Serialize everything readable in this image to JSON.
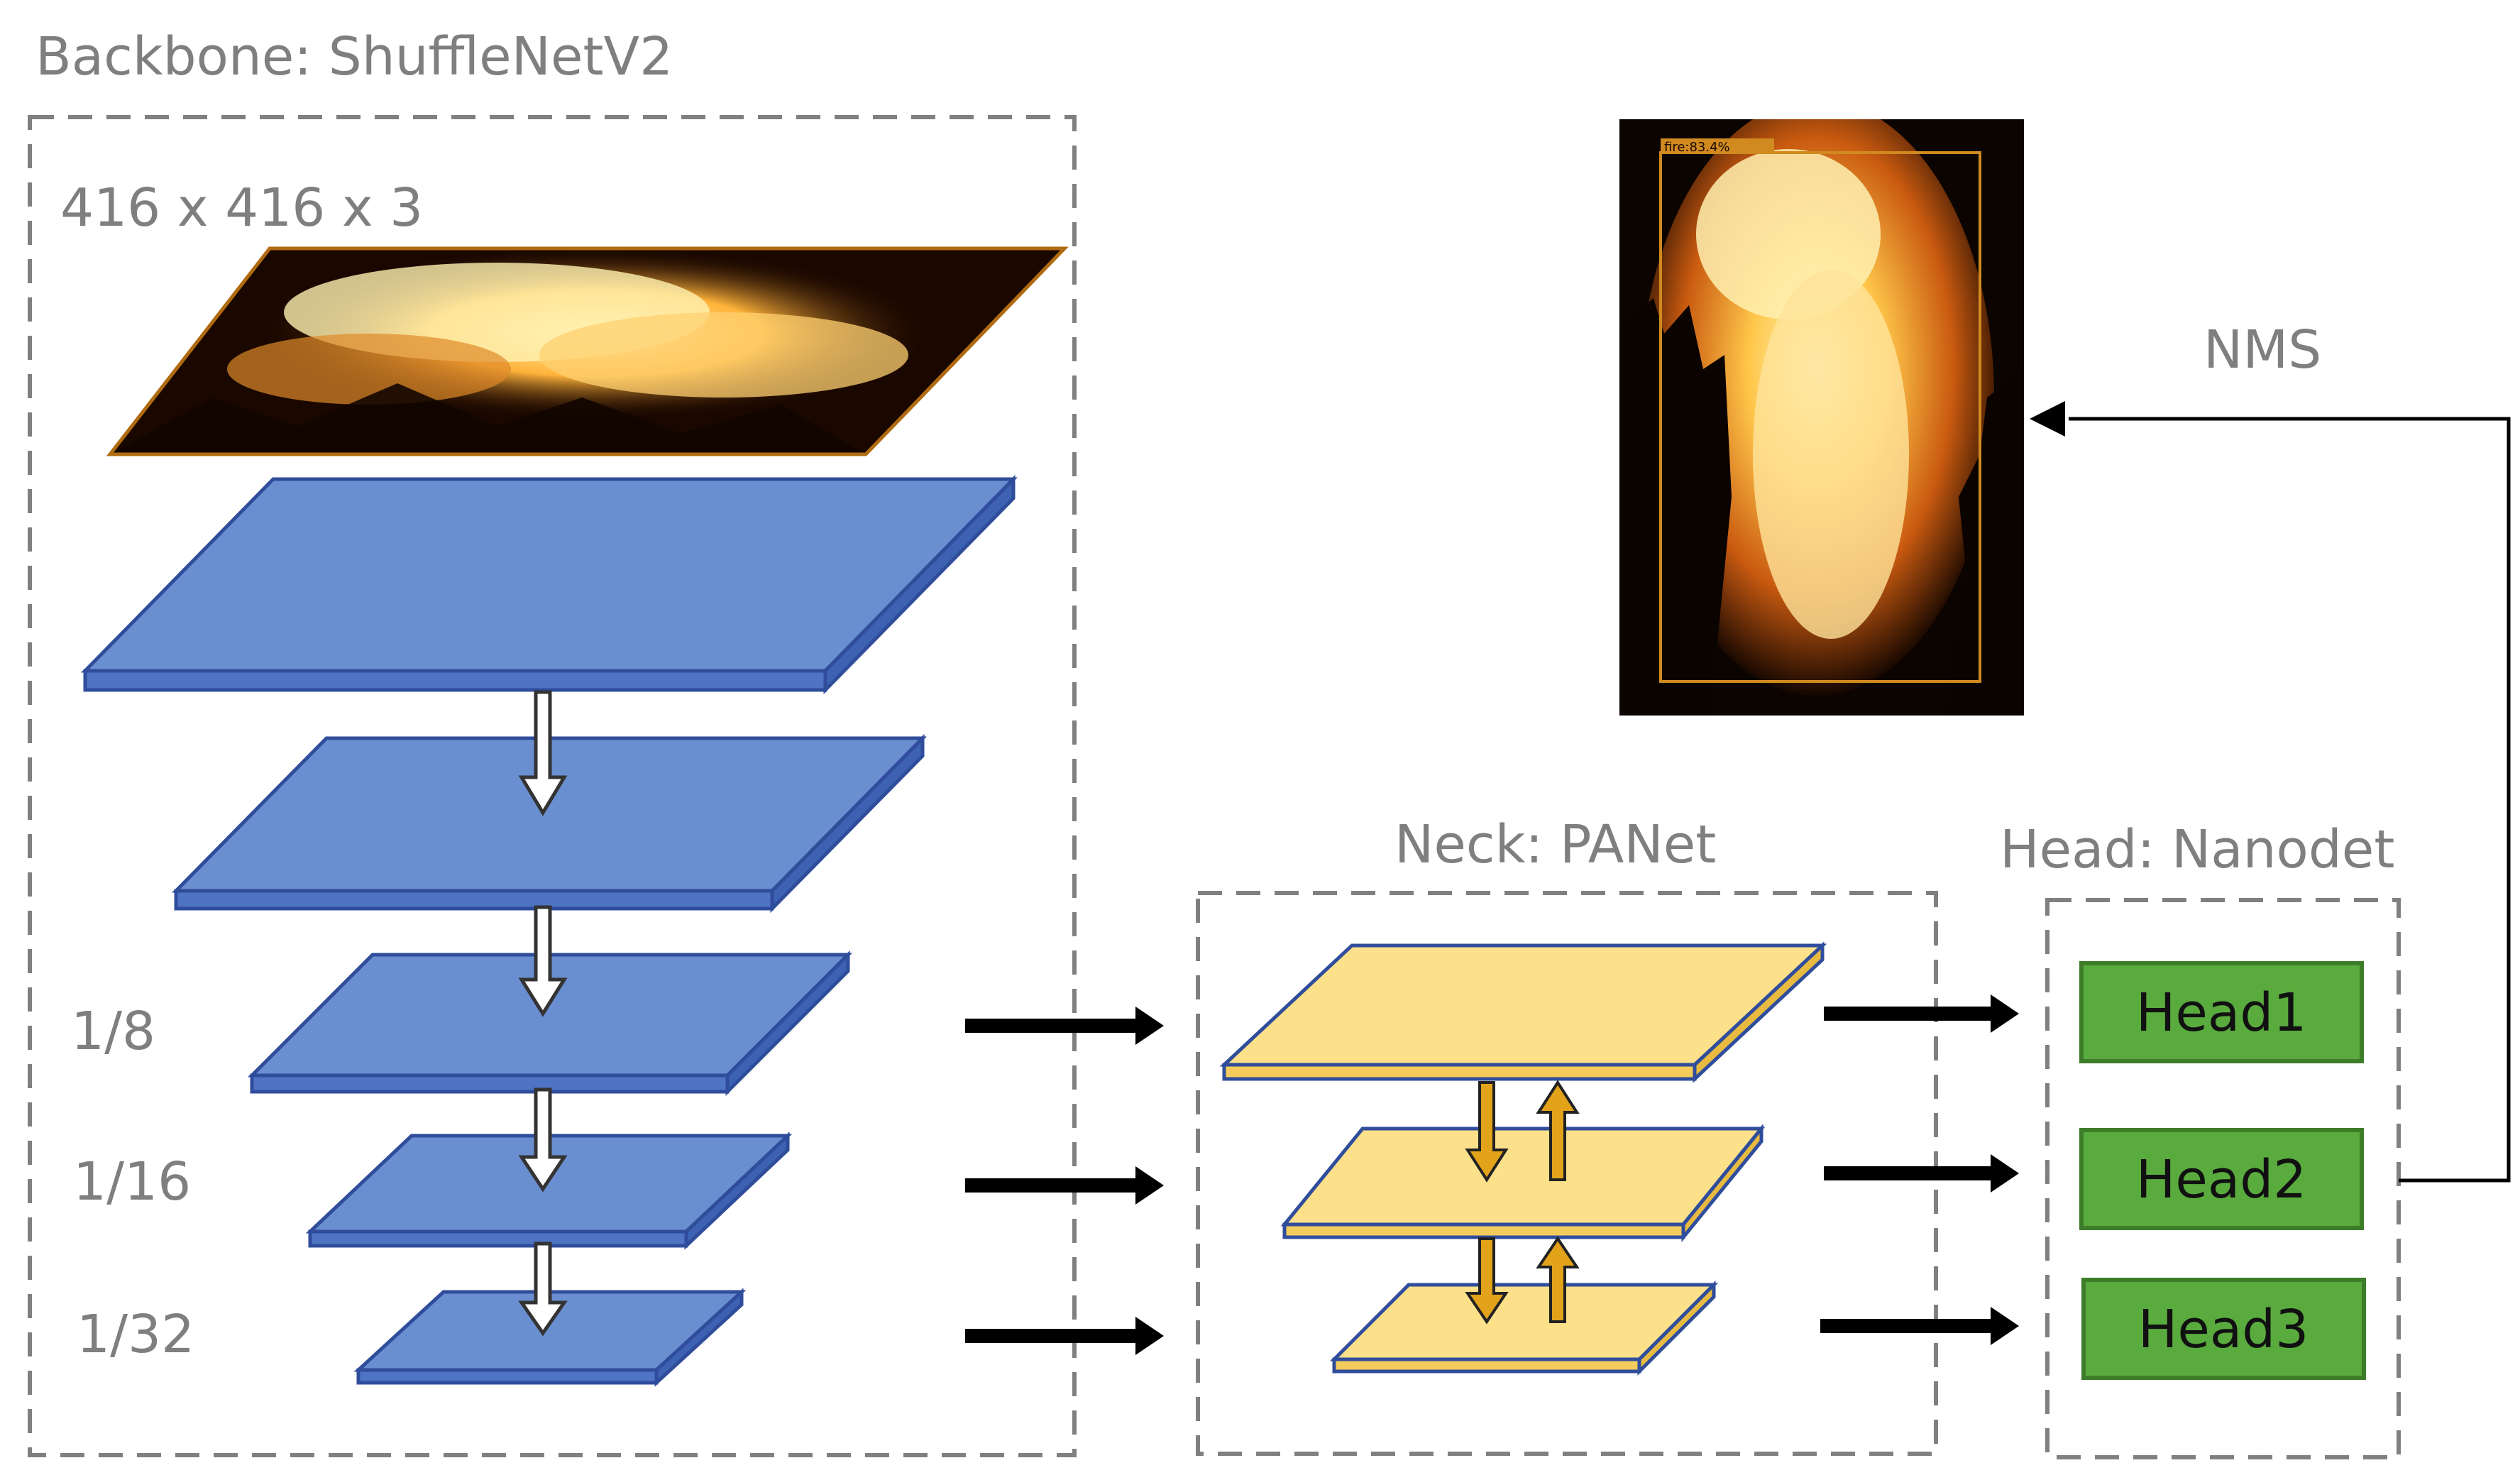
{
  "backbone": {
    "title": "Backbone: ShuffleNetV2",
    "input_size": "416 x 416 x 3",
    "scales": [
      "1/8",
      "1/16",
      "1/32"
    ]
  },
  "neck": {
    "title": "Neck: PANet"
  },
  "head": {
    "title": "Head: Nanodet",
    "blocks": [
      "Head1",
      "Head2",
      "Head3"
    ]
  },
  "nms_label": "NMS",
  "detection": {
    "label": "fire:83.4%"
  },
  "colors": {
    "backbone_layer": "#6a8fd1",
    "layer_stroke": "#2f4d9b",
    "neck_layer": "#fde08a",
    "head_block": "#5aab3e",
    "head_stroke": "#3d7d29",
    "dashed_frame": "#808080",
    "label_gray": "#7f7f7f",
    "arrow": "#000000",
    "neck_arrow": "#e2a21a",
    "detection_box": "#d08a20"
  }
}
